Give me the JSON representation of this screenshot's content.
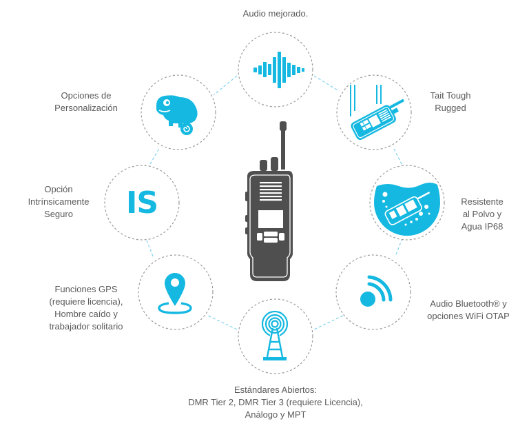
{
  "colors": {
    "accent": "#14b8e0",
    "connector": "#7fd3ee",
    "ring": "#9a9a9a",
    "text": "#5a5a5a",
    "radio": "#4f4f50"
  },
  "center": {
    "icon": "two-way-radio-icon"
  },
  "features": [
    {
      "id": "audio",
      "icon": "sound-wave-icon",
      "lines": [
        "Audio mejorado."
      ]
    },
    {
      "id": "rugged",
      "icon": "falling-radio-icon",
      "lines": [
        "Tait Tough",
        "Rugged"
      ]
    },
    {
      "id": "ip68",
      "icon": "underwater-radio-icon",
      "lines": [
        "Resistente",
        "al Polvo y",
        "Agua IP68"
      ]
    },
    {
      "id": "bluetooth",
      "icon": "wireless-signal-icon",
      "lines": [
        "Audio Bluetooth® y",
        "opciones WiFi OTAP"
      ]
    },
    {
      "id": "standards",
      "icon": "radio-tower-icon",
      "lines": [
        "Estándares Abiertos:",
        "DMR Tier 2, DMR Tier 3 (requiere Licencia),",
        "Análogo y MPT"
      ]
    },
    {
      "id": "gps",
      "icon": "location-pin-icon",
      "lines": [
        "Funciones GPS",
        "(requiere licencia),",
        "Hombre caído y",
        "trabajador solitario"
      ]
    },
    {
      "id": "is",
      "icon": "is-text-icon",
      "icon_text": "IS",
      "lines": [
        "Opción",
        "Intrínsicamente",
        "Seguro"
      ]
    },
    {
      "id": "custom",
      "icon": "chameleon-icon",
      "lines": [
        "Opciones de",
        "Personalización"
      ]
    }
  ]
}
